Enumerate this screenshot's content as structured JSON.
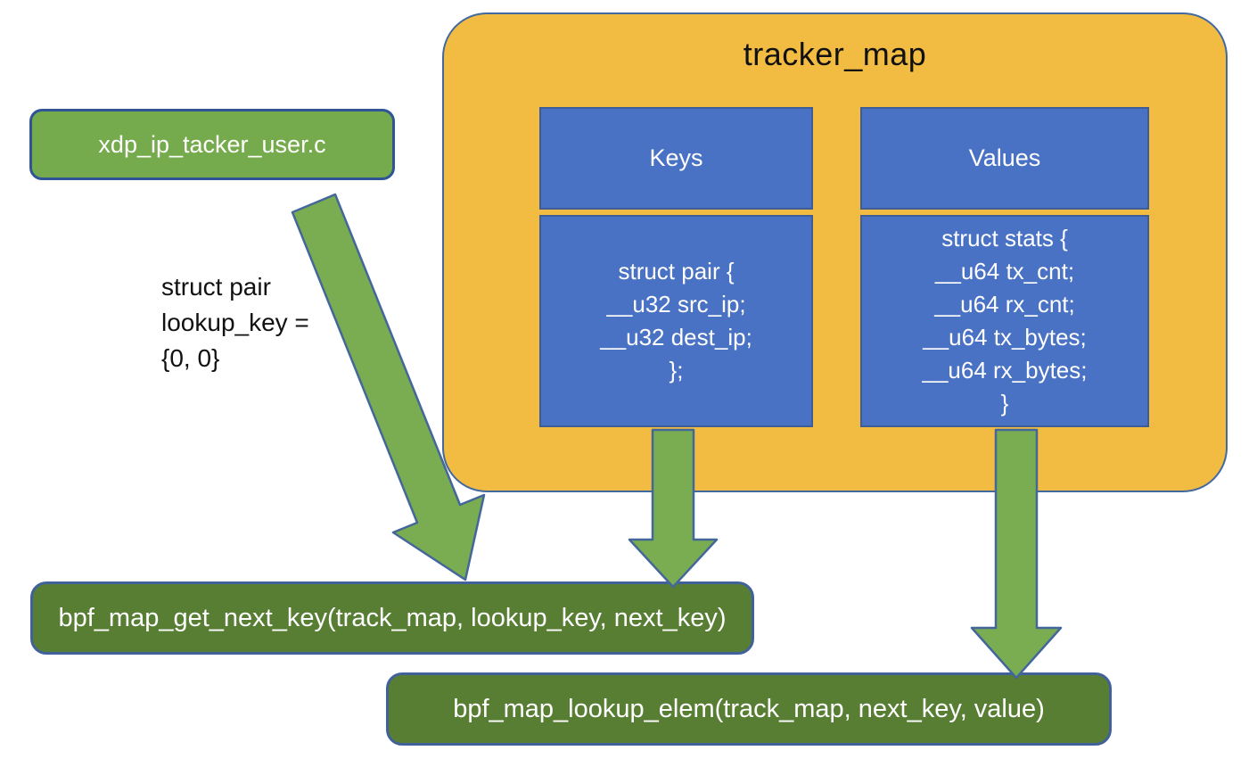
{
  "map": {
    "title": "tracker_map",
    "columns": [
      {
        "header": "Keys",
        "lines": [
          "struct pair {",
          "__u32 src_ip;",
          "__u32 dest_ip;",
          "};"
        ]
      },
      {
        "header": "Values",
        "lines": [
          "struct stats {",
          "__u64 tx_cnt;",
          "__u64 rx_cnt;",
          "__u64 tx_bytes;",
          "__u64 rx_bytes;",
          "}"
        ]
      }
    ]
  },
  "source_file_box": {
    "label": "xdp_ip_tacker_user.c"
  },
  "annotation": {
    "lines": [
      "struct pair",
      "lookup_key =",
      "{0, 0}"
    ]
  },
  "calls": [
    {
      "label": "bpf_map_get_next_key(track_map, lookup_key, next_key)"
    },
    {
      "label": "bpf_map_lookup_elem(track_map, next_key, value)"
    }
  ],
  "icons": {
    "arrow_source_to_get_next_key": "diagonal-down-arrow",
    "arrow_keys_to_get_next_key": "down-arrow",
    "arrow_values_to_lookup_elem": "down-arrow"
  },
  "colors": {
    "map_fill": "#F2BC42",
    "map_stroke": "#4169A0",
    "cell_fill": "#4A72C4",
    "cell_stroke": "#3E5C96",
    "arrow_fill": "#7AAC52",
    "arrow_stroke": "#44679A",
    "call_fill": "#587E34",
    "call_stroke": "#41619B",
    "source_fill": "#76AB4D",
    "source_stroke": "#2F5597",
    "text_dark": "#111111",
    "text_light": "#FFFFFF"
  }
}
